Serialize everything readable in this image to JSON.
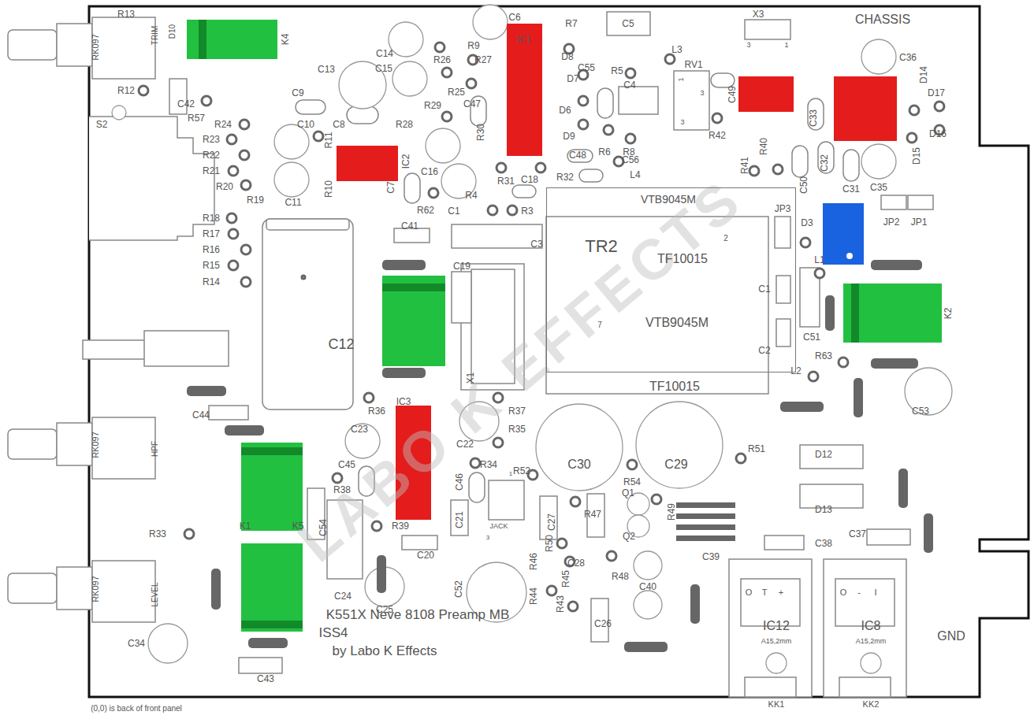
{
  "diagram": {
    "nodes": [
      {
        "text": [
          "VTB9045M",
          "TR2",
          "TF10015",
          "VTB9045M",
          "TF10015",
          "2",
          "7"
        ]
      },
      {
        "text": [
          "O",
          "T",
          "+",
          "IC12",
          "A15,2mm",
          "KK1"
        ]
      },
      {
        "text": [
          "O",
          "-",
          "I",
          "IC8",
          "A15,2mm",
          "KK2"
        ]
      }
    ],
    "labels": [
      "R13",
      "TRIM",
      "D10",
      "RK097",
      "K4",
      "R12",
      "S2",
      "C42",
      "R57",
      "C13",
      "C14",
      "C15",
      "C6",
      "R9",
      "R26",
      "R27",
      "IC1",
      "R25",
      "R29",
      "C47",
      "R7",
      "C5",
      "D8",
      "C55",
      "R5",
      "L3",
      "C4",
      "D7",
      "D6",
      "D9",
      "C48",
      "R6",
      "R8",
      "RV1",
      "1",
      "3",
      "3",
      "R42",
      "C49",
      "X3",
      "3",
      "1",
      "CHASSIS",
      "C36",
      "D14",
      "D17",
      "D16",
      "D15",
      "C35",
      "C33",
      "C32",
      "C31",
      "C50",
      "R41",
      "R40",
      "JP2",
      "JP1",
      "JP3",
      "D3",
      "L1",
      "C1",
      "C51",
      "C2",
      "K2",
      "R63",
      "L2",
      "C53",
      "R24",
      "R23",
      "R22",
      "R21",
      "R20",
      "R19",
      "R18",
      "R17",
      "R16",
      "R15",
      "R14",
      "C9",
      "C10",
      "C8",
      "C11",
      "R11",
      "R10",
      "R28",
      "IC2",
      "R30",
      "C7",
      "C16",
      "R62",
      "C1",
      "R31",
      "C18",
      "R32",
      "C56",
      "L4",
      "R4",
      "R3",
      "C41",
      "C3",
      "C19",
      "X1",
      "C12",
      "R36",
      "IC3",
      "R37",
      "R35",
      "C22",
      "C23",
      "C45",
      "R38",
      "C44",
      "R34",
      "R52",
      "C46",
      "C21",
      "JACK",
      "C27",
      "R47",
      "Q1",
      "Q2",
      "R54",
      "R49",
      "R51",
      "C30",
      "C29",
      "D12",
      "D13",
      "C38",
      "C37",
      "C39",
      "C40",
      "R48",
      "C28",
      "R50",
      "R46",
      "R45",
      "R44",
      "R43",
      "C26",
      "C52",
      "R39",
      "C20",
      "C54",
      "C24",
      "C25",
      "K1",
      "K5",
      "R33",
      "RK097",
      "HPF",
      "RK097",
      "LEVEL",
      "C34",
      "C43",
      "K551X Neve 8108 Preamp MB",
      "ISS4",
      "by Labo K Effects",
      "(0,0) is back of front panel",
      "GND",
      "1",
      "3",
      "LABO K EFFECTS"
    ]
  }
}
